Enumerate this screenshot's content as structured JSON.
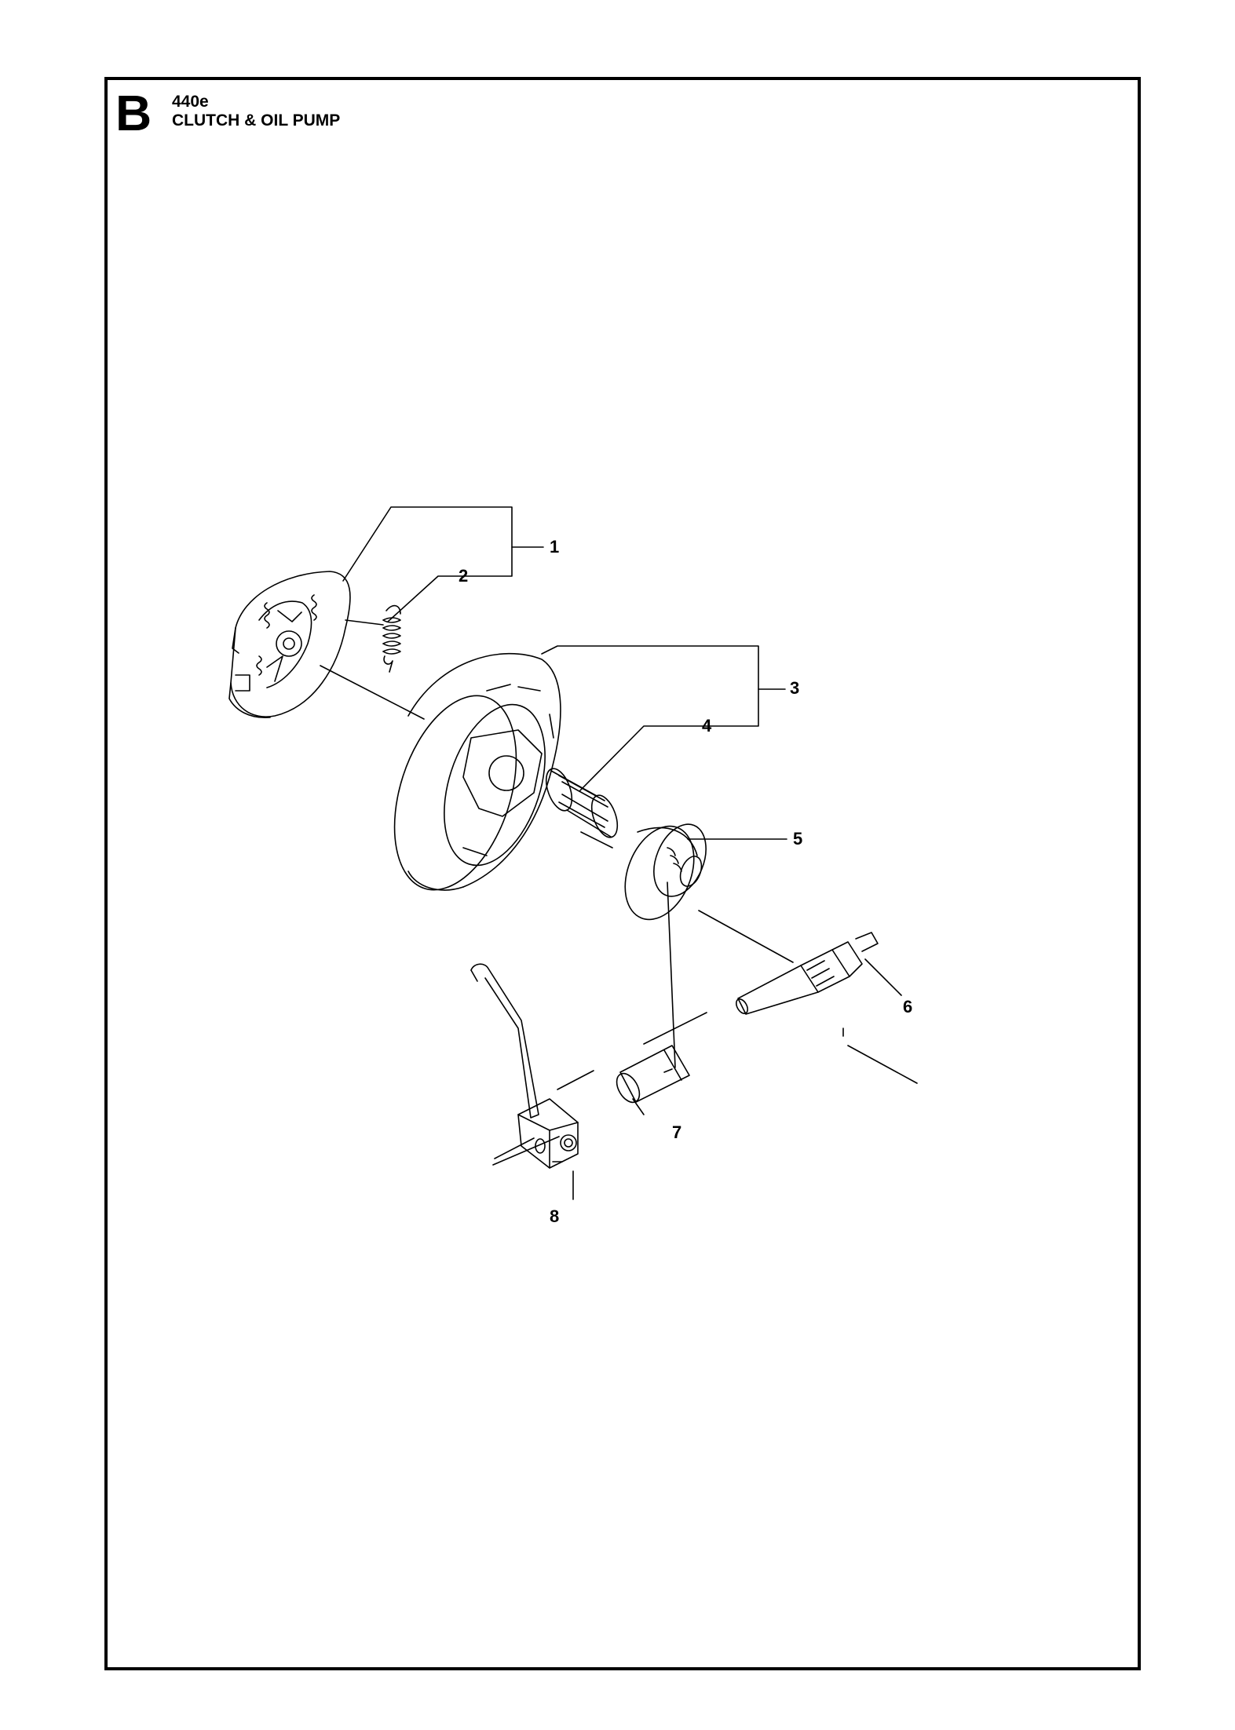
{
  "header": {
    "section": "B",
    "model": "440e",
    "title": "CLUTCH & OIL PUMP"
  },
  "callouts": [
    "1",
    "2",
    "3",
    "4",
    "5",
    "6",
    "7",
    "8"
  ],
  "colors": {
    "ink": "#000000",
    "paper": "#ffffff"
  }
}
